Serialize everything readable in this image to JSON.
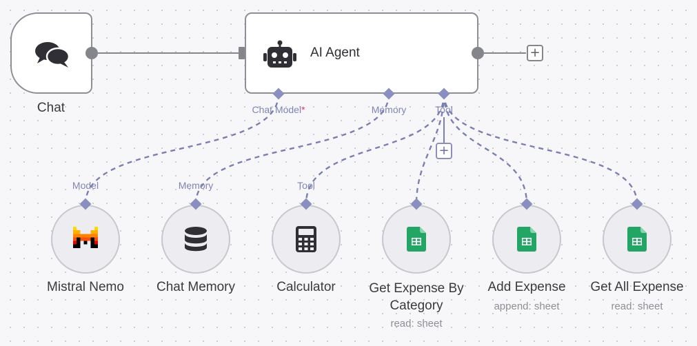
{
  "canvas": {
    "trigger": {
      "label": "Chat",
      "icon": "chat-bubbles-icon"
    },
    "agent": {
      "title": "AI Agent",
      "icon": "robot-icon",
      "ports": {
        "chat_model": "Chat Model",
        "chat_model_required": "*",
        "memory": "Memory",
        "tool": "Tool"
      }
    },
    "sub_nodes": [
      {
        "id": "mistral",
        "label": "Mistral Nemo",
        "port": "Model",
        "icon": "mistral-logo-icon",
        "sub": ""
      },
      {
        "id": "memory",
        "label": "Chat Memory",
        "port": "Memory",
        "icon": "database-icon",
        "sub": ""
      },
      {
        "id": "calculator",
        "label": "Calculator",
        "port": "Tool",
        "icon": "calculator-icon",
        "sub": ""
      },
      {
        "id": "get-by-category",
        "label": "Get Expense By",
        "label2": "Category",
        "port": "",
        "icon": "google-sheets-icon",
        "sub": "read: sheet"
      },
      {
        "id": "add-expense",
        "label": "Add Expense",
        "port": "",
        "icon": "google-sheets-icon",
        "sub": "append: sheet"
      },
      {
        "id": "get-all",
        "label": "Get All Expense",
        "port": "",
        "icon": "google-sheets-icon",
        "sub": "read: sheet"
      }
    ],
    "colors": {
      "wire": "#85858c",
      "sub_wire": "#7b7fb0",
      "sheets_green": "#23a566",
      "required": "#d33b5a"
    }
  }
}
